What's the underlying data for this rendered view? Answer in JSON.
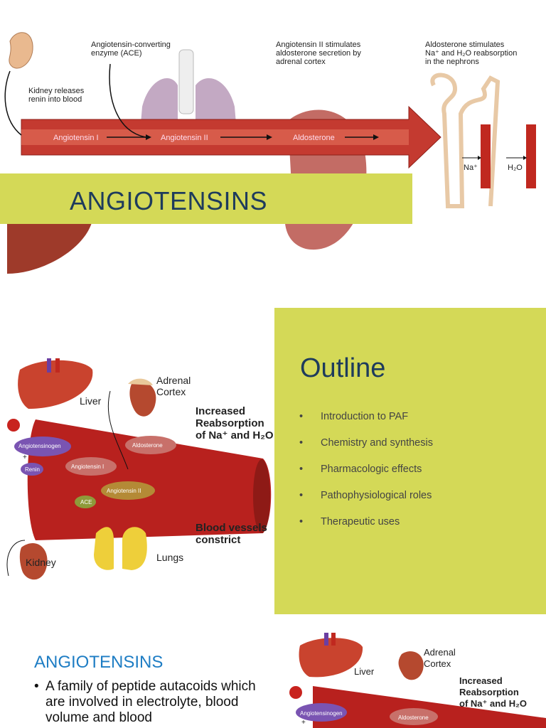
{
  "slide1": {
    "title": "ANGIOTENSINS",
    "caption_kidney": "Kidney releases\nrenin into blood",
    "caption_ace": "Angiotensin-converting\nenzyme (ACE)",
    "caption_ang2": "Angiotensin II stimulates\naldosterone secretion by\nadrenal cortex",
    "caption_aldo": "Aldosterone stimulates\nNa⁺ and H₂O reabsorption\nin the nephrons",
    "arrow_labels": [
      "Angiotensin I",
      "Angiotensin II",
      "Aldosterone"
    ],
    "na_label": "Na⁺",
    "h2o_label": "H₂O"
  },
  "slide2": {
    "outline_title": "Outline",
    "bullet_char": "•",
    "bullets": [
      "Introduction to PAF",
      "Chemistry and synthesis",
      "Pharmacologic effects",
      "Pathophysiological roles",
      "Therapeutic uses"
    ],
    "diagram": {
      "adrenal": "Adrenal\nCortex",
      "liver": "Liver",
      "increased": "Increased\nReabsorption\nof Na⁺ and H₂O",
      "blood_vessels": "Blood vessels\nconstrict",
      "lungs": "Lungs",
      "kidney": "Kidney",
      "angiotensinogen": "Angiotensinogen",
      "renin": "Renin",
      "plus": "+",
      "angiotensin1": "Angiotensin I",
      "angiotensin2": "Angiotensin II",
      "aldosterone": "Aldosterone",
      "ace": "ACE"
    }
  },
  "slide3": {
    "title": "ANGIOTENSINS",
    "bullet_char": "•",
    "body": "A family of peptide autacoids which are involved in electrolyte, blood volume and blood",
    "diagram": {
      "adrenal": "Adrenal\nCortex",
      "liver": "Liver",
      "increased": "Increased\nReabsorption\nof Na⁺ and H₂O",
      "angiotensinogen": "Angiotensinogen",
      "aldosterone": "Aldosterone",
      "plus": "+"
    }
  },
  "colors": {
    "title_band": "#d4d957",
    "title_text": "#1e3b5c",
    "slide3_title": "#1e7dc4",
    "vessel": "#b8211e"
  }
}
